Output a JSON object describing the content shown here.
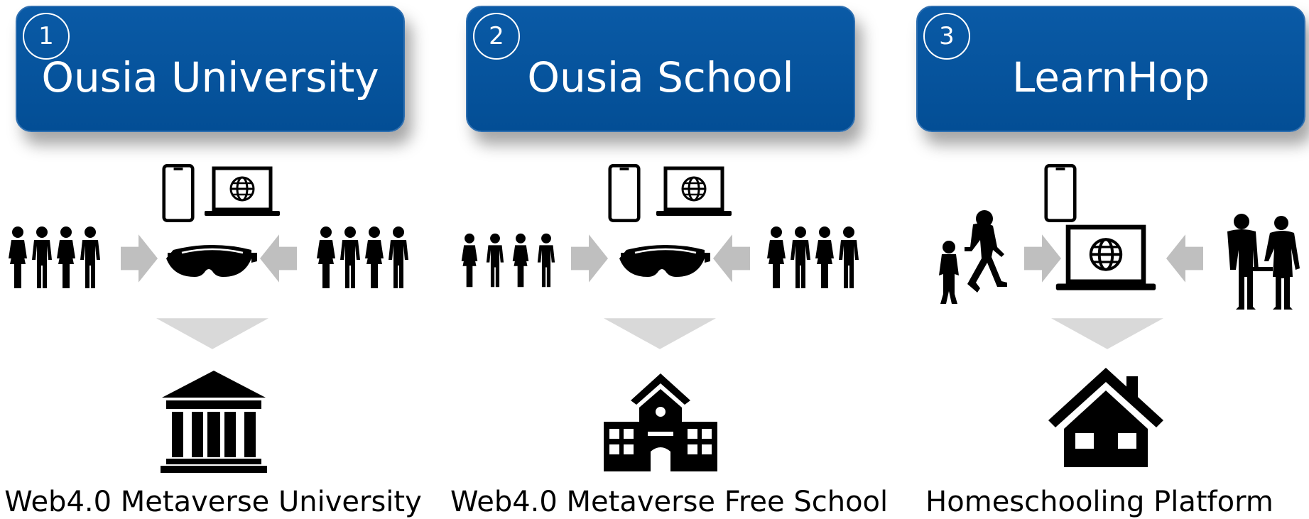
{
  "colors": {
    "header_bg": "#034e95",
    "arrow_gray": "#bfbfbf",
    "icon_black": "#000000"
  },
  "columns": [
    {
      "number": "1",
      "title": "Ousia University",
      "caption": "Web4.0 Metaverse University",
      "devices": [
        "smartphone-icon",
        "laptop-globe-icon"
      ],
      "center_icon": "vr-goggles-icon",
      "left_group": "people-group-icon",
      "right_group": "people-group-icon",
      "result_icon": "university-building-icon"
    },
    {
      "number": "2",
      "title": "Ousia School",
      "caption": "Web4.0 Metaverse Free School",
      "devices": [
        "smartphone-icon",
        "laptop-globe-icon"
      ],
      "center_icon": "vr-goggles-icon",
      "left_group": "children-group-icon",
      "right_group": "people-group-icon",
      "result_icon": "school-building-icon"
    },
    {
      "number": "3",
      "title": "LearnHop",
      "caption": "Homeschooling Platform",
      "devices": [
        "smartphone-icon"
      ],
      "center_icon": "laptop-globe-icon",
      "left_group": "children-silhouette-icon",
      "right_group": "elderly-couple-icon",
      "result_icon": "house-icon"
    }
  ]
}
